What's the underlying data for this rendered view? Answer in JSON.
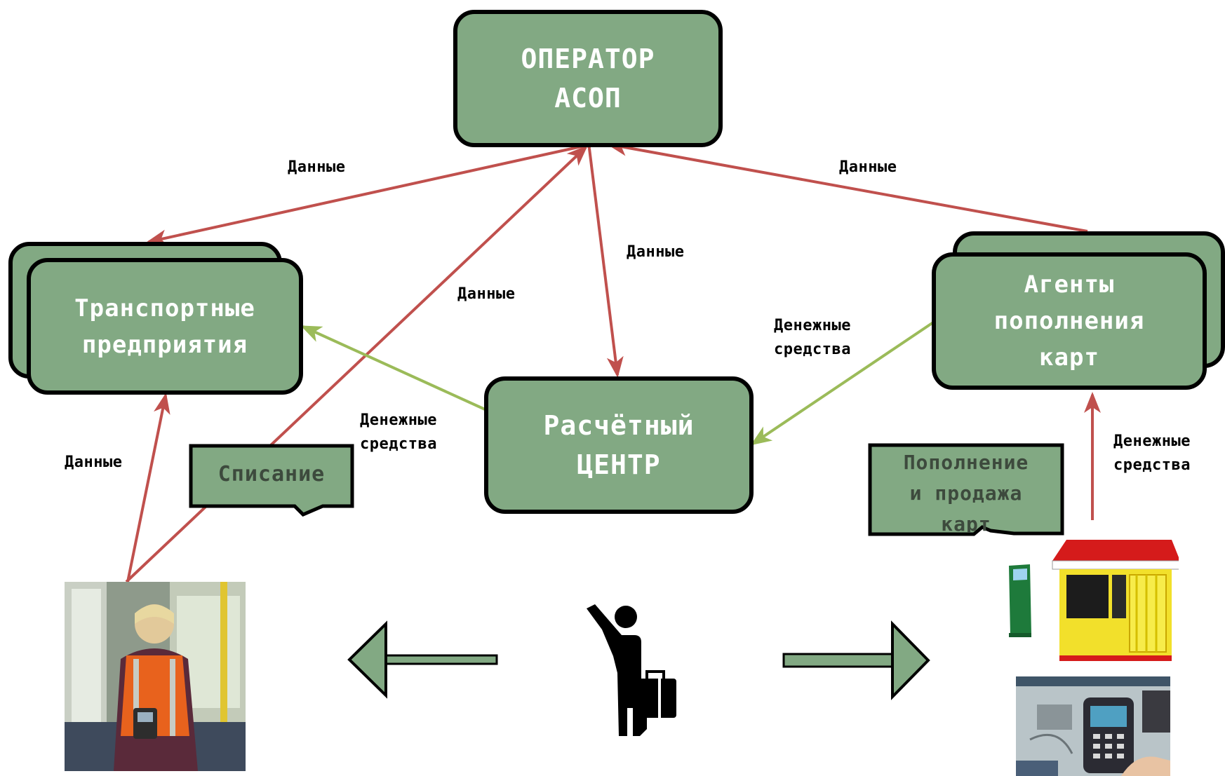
{
  "nodes": {
    "operator": "ОПЕРАТОР\nАСОП",
    "transport": "Транспортные\nпредприятия",
    "agents": "Агенты\nпополнения\nкарт",
    "center": "Расчётный\nЦЕНТР"
  },
  "edge_labels": {
    "data_left": "Данные",
    "data_right": "Данные",
    "data_center": "Данные",
    "data_diag": "Данные",
    "data_bottom_left": "Данные",
    "money_agents": "Денежные\nсредства",
    "money_transport": "Денежные\nсредства",
    "money_right": "Денежные\nсредства"
  },
  "callouts": {
    "writeoff": "Списание",
    "topup": "Пополнение\nи продажа\nкарт"
  },
  "colors": {
    "node_fill": "#82a983",
    "data_arrow": "#c0504d",
    "money_arrow": "#9bbb59"
  },
  "icons": {
    "passenger": "passenger-with-luggage-icon",
    "arrow_left": "arrow-left-icon",
    "arrow_right": "arrow-right-icon"
  },
  "images": {
    "conductor": "conductor-photo",
    "kiosk": "kiosk-and-terminal-image",
    "pos": "pos-terminal-photo"
  }
}
